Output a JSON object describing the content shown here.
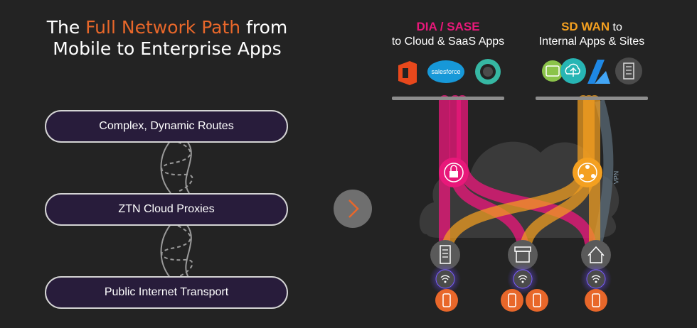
{
  "title": {
    "part1": "The ",
    "highlight": "Full Network Path",
    "part2": " from",
    "line2": "Mobile to Enterprise Apps"
  },
  "layers": [
    {
      "label": "Complex, Dynamic Routes"
    },
    {
      "label": "ZTN Cloud Proxies"
    },
    {
      "label": "Public Internet Transport"
    }
  ],
  "dia": {
    "title": "DIA / SASE",
    "subtitle": "to Cloud & SaaS Apps",
    "color": "#e8187a"
  },
  "sdwan": {
    "title": "SD WAN",
    "title_suffix": " to",
    "subtitle": "Internal Apps & Sites",
    "color": "#f4a020"
  },
  "salesforce": "salesforce",
  "vpn_label": "VPN",
  "colors": {
    "background": "#232323",
    "pill_fill": "#281c3b",
    "orange": "#e8672a",
    "magenta": "#e8187a",
    "gold": "#f4a020",
    "wifi_glow": "#5b3fd6"
  },
  "icons": {
    "saas": [
      "office-icon",
      "salesforce-logo",
      "spiral-app-icon"
    ],
    "internal": [
      "code-window-icon",
      "cloud-upload-icon",
      "azure-icon",
      "building-icon"
    ],
    "sites": [
      "office-building-icon",
      "store-icon",
      "home-icon"
    ]
  }
}
